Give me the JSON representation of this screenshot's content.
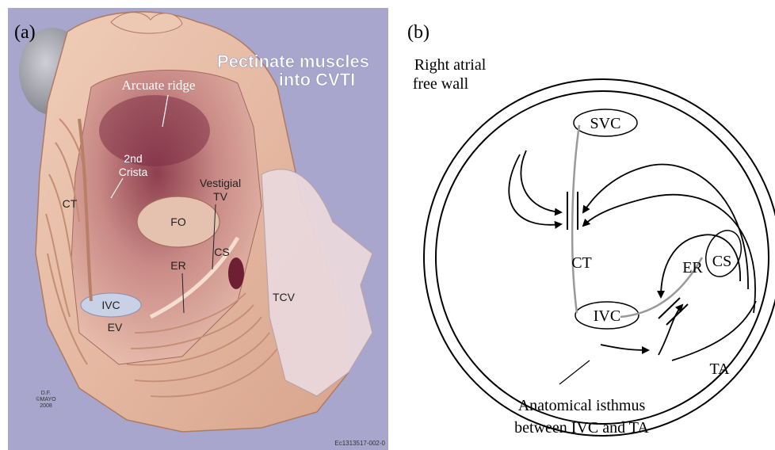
{
  "panel_a": {
    "letter": "(a)",
    "title_line1": "Pectinate muscles",
    "title_line2": "into CVTI",
    "labels": {
      "arcuate_ridge": "Arcuate ridge",
      "second_crista_line1": "2nd",
      "second_crista_line2": "Crista",
      "vestigial_line1": "Vestigial",
      "vestigial_line2": "TV",
      "ct": "CT",
      "fo": "FO",
      "er": "ER",
      "cs": "CS",
      "ivc": "IVC",
      "ev": "EV",
      "tcv": "TCV"
    },
    "signature_line1": "D.F.",
    "signature_line2": "©MAYO",
    "signature_line3": "2008",
    "figure_code": "Ec1313517-002-0",
    "colors": {
      "background": "#a8a6cc",
      "tissue": "#e3b39c",
      "cavity": "#b86a6e"
    }
  },
  "panel_b": {
    "letter": "(b)",
    "free_wall_line1": "Right atrial",
    "free_wall_line2": "free wall",
    "labels": {
      "svc": "SVC",
      "ct": "CT",
      "ivc": "IVC",
      "er": "ER",
      "cs": "CS",
      "ta": "TA"
    },
    "isthmus_line1": "Anatomical isthmus",
    "isthmus_line2": "between IVC and TA"
  }
}
